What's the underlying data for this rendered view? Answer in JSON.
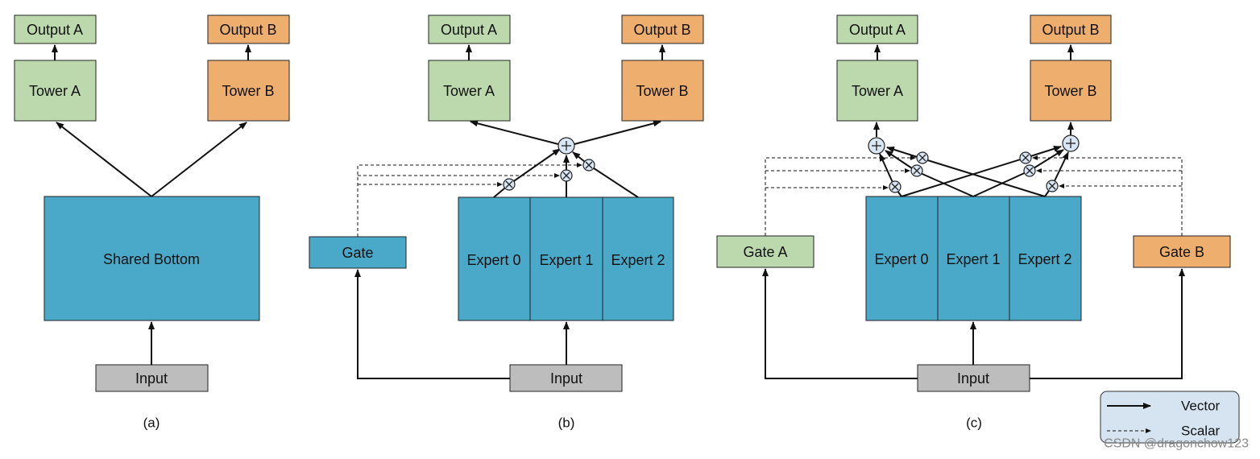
{
  "diagram_a": {
    "output_a": "Output A",
    "output_b": "Output B",
    "tower_a": "Tower A",
    "tower_b": "Tower B",
    "shared_bottom": "Shared Bottom",
    "input": "Input",
    "caption": "(a)"
  },
  "diagram_b": {
    "output_a": "Output A",
    "output_b": "Output B",
    "tower_a": "Tower A",
    "tower_b": "Tower B",
    "gate": "Gate",
    "experts": [
      "Expert 0",
      "Expert 1",
      "Expert 2"
    ],
    "input": "Input",
    "caption": "(b)"
  },
  "diagram_c": {
    "output_a": "Output A",
    "output_b": "Output B",
    "tower_a": "Tower A",
    "tower_b": "Tower B",
    "gate_a": "Gate A",
    "gate_b": "Gate B",
    "experts": [
      "Expert 0",
      "Expert 1",
      "Expert 2"
    ],
    "input": "Input",
    "caption": "(c)"
  },
  "legend": {
    "vector": "Vector",
    "scalar": "Scalar"
  },
  "watermark": "CSDN @dragonchow123",
  "colors": {
    "green": "#bcd9ad",
    "orange": "#eeae6e",
    "blue": "#4aa9c8",
    "gray": "#bdbdbd",
    "legend_bg": "#d6e4f2"
  }
}
